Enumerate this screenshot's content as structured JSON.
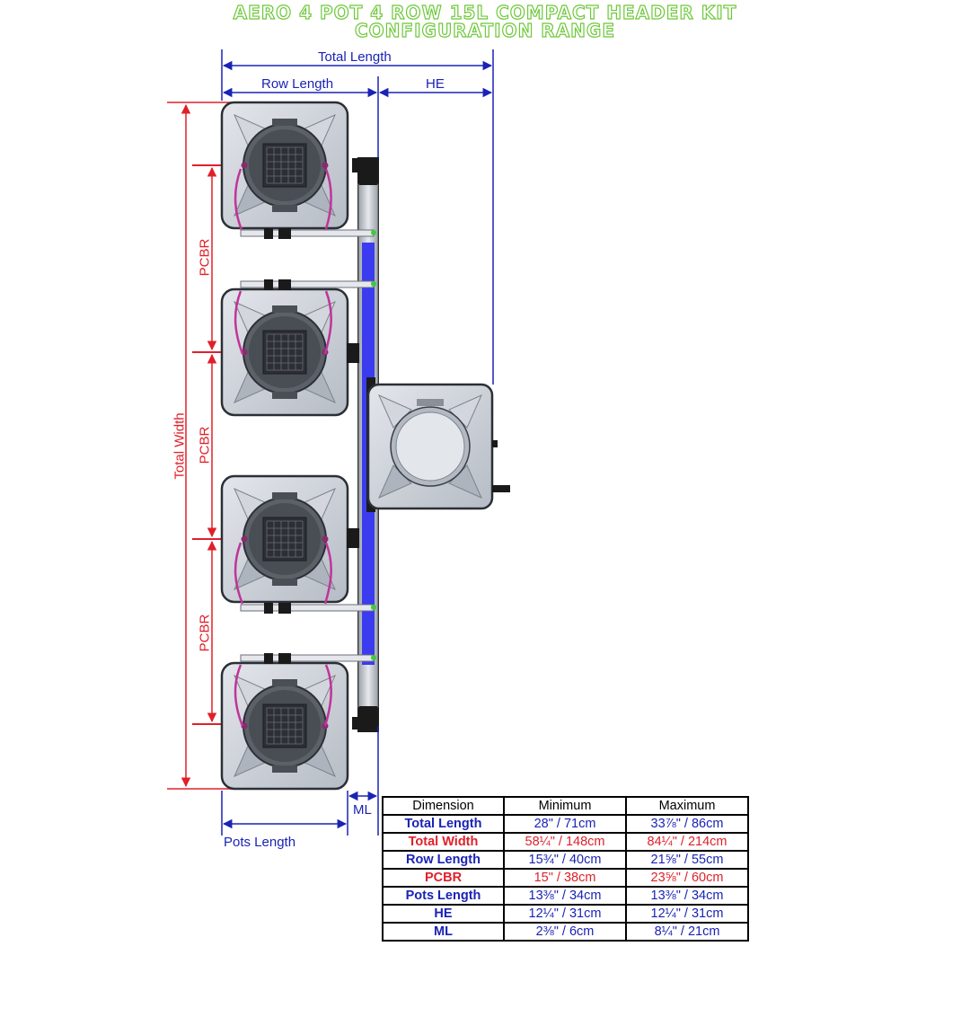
{
  "title": {
    "line1": "AERO 4 POT 4 ROW 15L COMPACT HEADER KIT",
    "line2": "CONFIGURATION RANGE"
  },
  "colors": {
    "title_green": "#6ec83a",
    "dimension_blue": "#1a23b5",
    "dimension_red": "#e0202a",
    "pot_grey": "#c9ced6",
    "manifold_blue": "#3b3bf0",
    "hose_magenta": "#c0349a"
  },
  "labels": {
    "total_length": "Total Length",
    "row_length": "Row Length",
    "he": "HE",
    "total_width": "Total Width",
    "pcbr": "PCBR",
    "pots_length": "Pots Length",
    "ml": "ML"
  },
  "table": {
    "headers": [
      "Dimension",
      "Minimum",
      "Maximum"
    ],
    "rows": [
      {
        "name": "Total Length",
        "min": "28\" / 71cm",
        "max": "33⅞\" / 86cm",
        "color": "blue"
      },
      {
        "name": "Total Width",
        "min": "58¼\" / 148cm",
        "max": "84¼\" / 214cm",
        "color": "red"
      },
      {
        "name": "Row Length",
        "min": "15¾\" / 40cm",
        "max": "21⅝\" / 55cm",
        "color": "blue"
      },
      {
        "name": "PCBR",
        "min": "15\" / 38cm",
        "max": "23⅝\" / 60cm",
        "color": "red"
      },
      {
        "name": "Pots Length",
        "min": "13⅜\" / 34cm",
        "max": "13⅜\" / 34cm",
        "color": "blue"
      },
      {
        "name": "HE",
        "min": "12¼\" / 31cm",
        "max": "12¼\" / 31cm",
        "color": "blue"
      },
      {
        "name": "ML",
        "min": "2⅜\" / 6cm",
        "max": "8¼\" / 21cm",
        "color": "blue"
      }
    ]
  }
}
